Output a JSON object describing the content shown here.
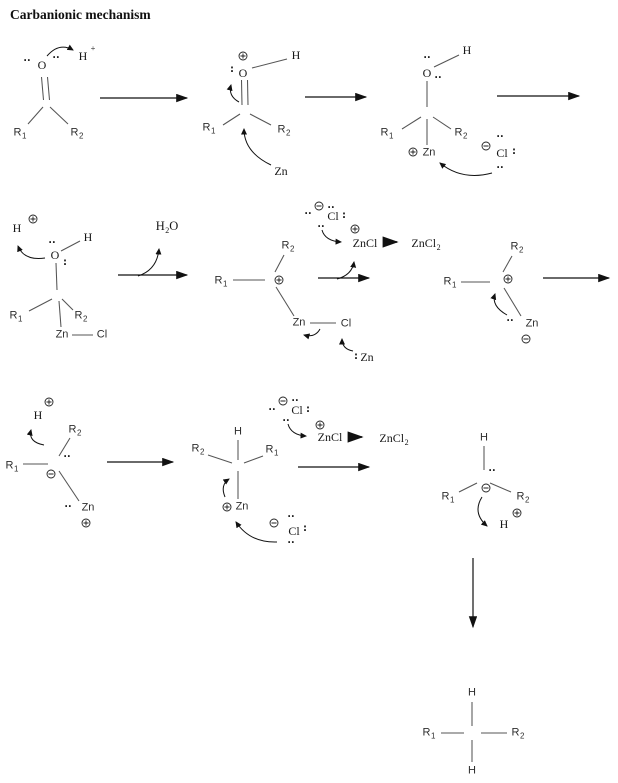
{
  "title": "Carbanionic mechanism",
  "labels": {
    "R": "R",
    "one": "1",
    "two": "2",
    "O": "O",
    "H": "H",
    "Zn": "Zn",
    "Cl": "Cl",
    "ZnCl": "ZnCl",
    "plus": "+",
    "lone_pair": "··",
    "lone_pair_vertical": ":"
  },
  "icons": {
    "plus-charge-icon": "⊕",
    "minus-charge-icon": "⊖",
    "reaction-arrow-icon": "→",
    "electron-push-arrow-icon": "curved arrow"
  },
  "colors": {
    "ink": "#1b1b1b",
    "bond": "#555555",
    "background": "#ffffff"
  }
}
